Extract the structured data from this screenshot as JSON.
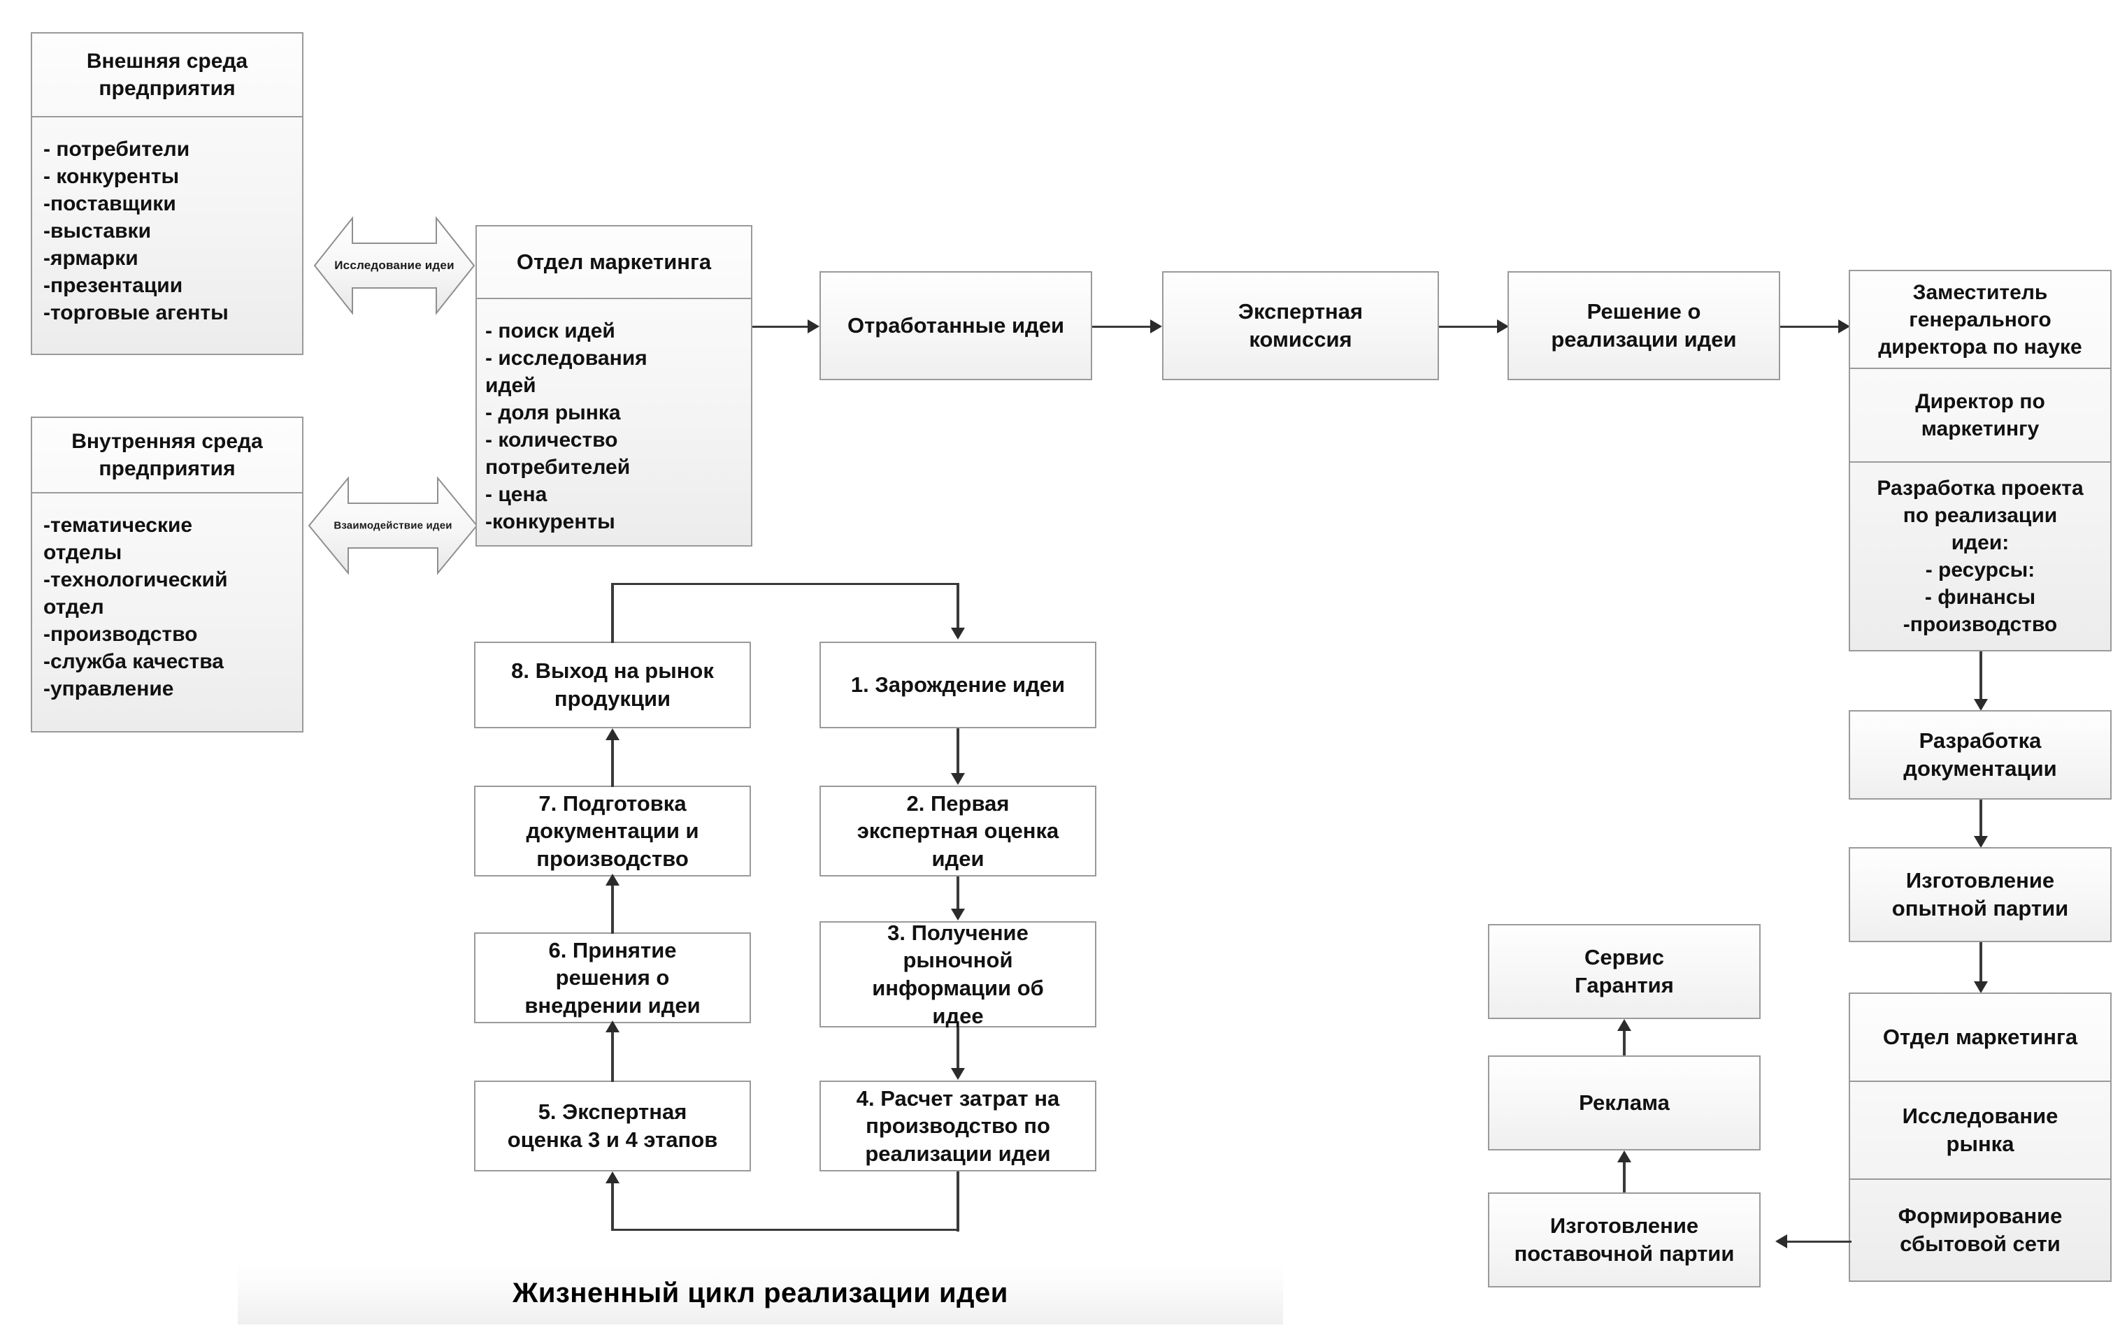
{
  "diagram": {
    "banner_title": "Жизненный цикл реализации идеи",
    "external_env": {
      "header": "Внешняя среда\nпредприятия",
      "items": "- потребители\n- конкуренты\n-поставщики\n-выставки\n-ярмарки\n-презентации\n-торговые агенты"
    },
    "internal_env": {
      "header": "Внутренняя среда\nпредприятия",
      "items": "-тематические\nотделы\n-технологический\nотдел\n-производство\n-служба качества\n-управление"
    },
    "marketing_dept": {
      "header": "Отдел маркетинга",
      "items": "- поиск идей\n- исследования\nидей\n- доля рынка\n- количество\nпотребителей\n- цена\n-конкуренты"
    },
    "connector_labels": {
      "research_idea": "Исследование идеи",
      "interaction_idea": "Взаимодействие идеи"
    },
    "top_flow": [
      "Отработанные идеи",
      "Экспертная\nкомиссия",
      "Решение о\nреализации идеи"
    ],
    "right_column_top": [
      "Заместитель\nгенерального\nдиректора по науке",
      "Директор по\nмаркетингу",
      "Разработка проекта\nпо реализации\nидеи:\n- ресурсы:\n- финансы\n-производство"
    ],
    "right_column_mid": [
      "Разработка\nдокументации",
      "Изготовление\nопытной партии"
    ],
    "right_column_bottom": [
      "Отдел маркетинга",
      "Исследование\nрынка",
      "Формирование\nсбытовой сети"
    ],
    "service_column": [
      "Сервис\nГарантия",
      "Реклама",
      "Изготовление\nпоставочной партии"
    ],
    "lifecycle_left": [
      "8. Выход на рынок\nпродукции",
      "7. Подготовка\nдокументации и\nпроизводство",
      "6. Принятие\nрешения о\nвнедрении идеи",
      "5. Экспертная\nоценка 3 и 4 этапов"
    ],
    "lifecycle_right": [
      "1. Зарождение идеи",
      "2. Первая\nэкспертная оценка\nидеи",
      "3. Получение\nрыночной\nинформации об\nидее",
      "4. Расчет затрат на\nпроизводство по\nреализации идеи"
    ]
  }
}
